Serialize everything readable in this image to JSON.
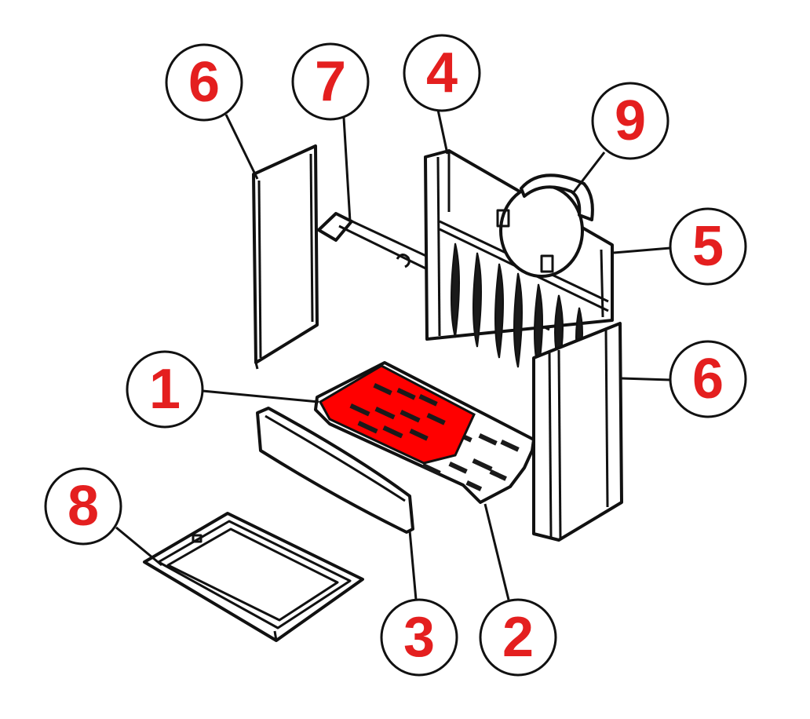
{
  "diagram": {
    "accent_color": "#e41f1f",
    "line_color": "#111111",
    "background": "#ffffff",
    "callouts": [
      {
        "id": "c6a",
        "label": "6",
        "part": "side-panel-left"
      },
      {
        "id": "c7",
        "label": "7",
        "part": "baffle-rod"
      },
      {
        "id": "c4",
        "label": "4",
        "part": "back-panel"
      },
      {
        "id": "c9",
        "label": "9",
        "part": "round-cover"
      },
      {
        "id": "c5",
        "label": "5",
        "part": "back-plate-top"
      },
      {
        "id": "c6b",
        "label": "6",
        "part": "side-panel-right"
      },
      {
        "id": "c1",
        "label": "1",
        "part": "grate-highlighted"
      },
      {
        "id": "c8",
        "label": "8",
        "part": "ash-pan"
      },
      {
        "id": "c3",
        "label": "3",
        "part": "front-rail"
      },
      {
        "id": "c2",
        "label": "2",
        "part": "grate-base"
      }
    ],
    "highlight_color": "#ff0000"
  }
}
